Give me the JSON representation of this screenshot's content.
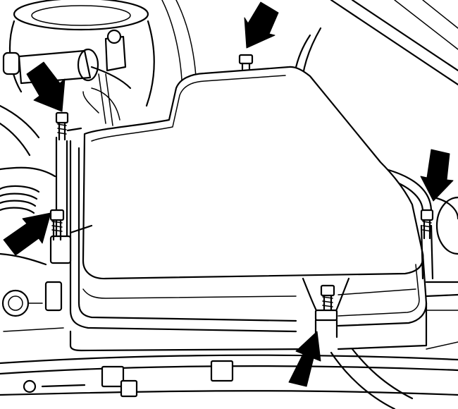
{
  "illustration": {
    "subject": "air-cleaner-housing-mounting-bolts",
    "arrow_color": "#000000",
    "line_color": "#000000",
    "background_color": "#ffffff",
    "arrow_count": 5,
    "bolt_count": 5
  }
}
